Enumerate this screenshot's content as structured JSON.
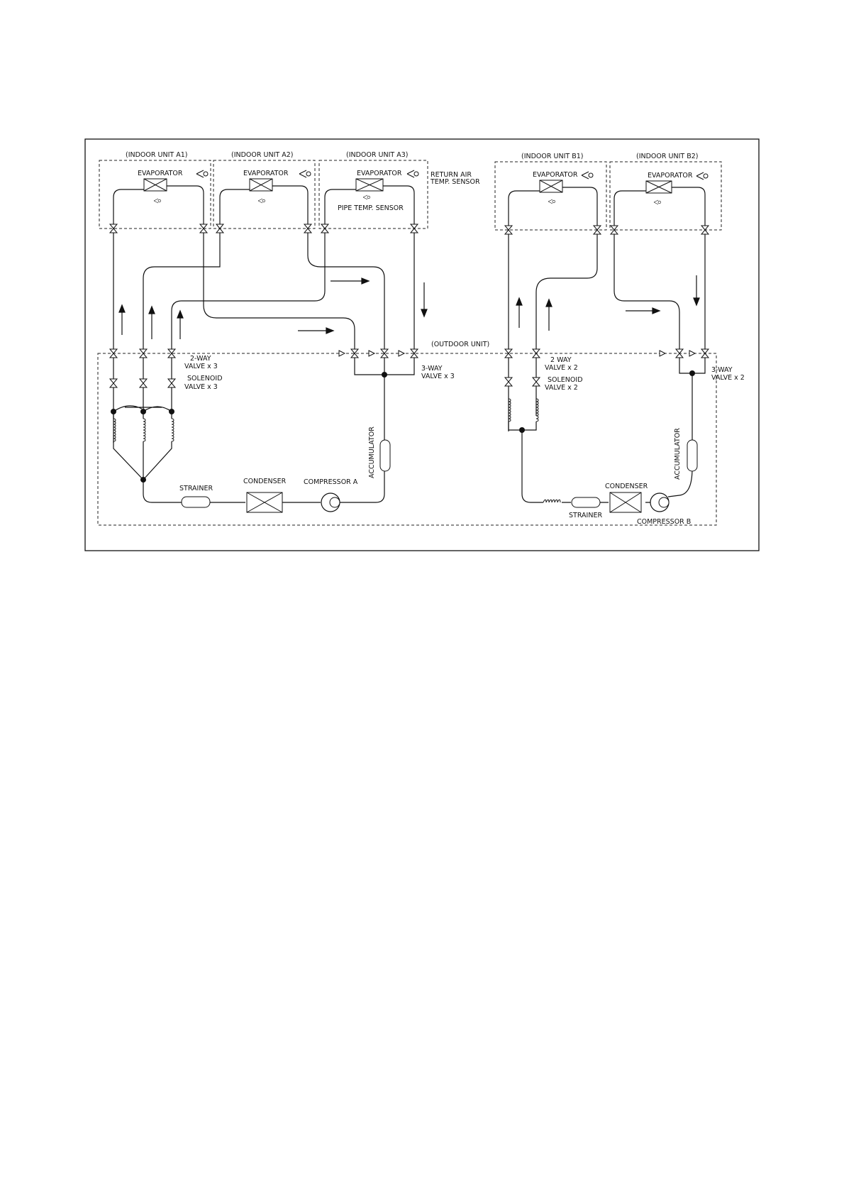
{
  "diagram": {
    "indoor_units": [
      {
        "label": "(INDOOR UNIT A1)",
        "component": "EVAPORATOR"
      },
      {
        "label": "(INDOOR UNIT A2)",
        "component": "EVAPORATOR"
      },
      {
        "label": "(INDOOR UNIT A3)",
        "component": "EVAPORATOR"
      },
      {
        "label": "(INDOOR UNIT B1)",
        "component": "EVAPORATOR"
      },
      {
        "label": "(INDOOR UNIT B2)",
        "component": "EVAPORATOR"
      }
    ],
    "sensors": {
      "return_air": [
        "RETURN AIR",
        "TEMP. SENSOR"
      ],
      "pipe_temp": "PIPE TEMP. SENSOR"
    },
    "outdoor_unit_label": "(OUTDOOR UNIT)",
    "system_a": {
      "two_way_valve": [
        "2-WAY",
        "VALVE x 3"
      ],
      "solenoid_valve": [
        "SOLENOID",
        "VALVE x 3"
      ],
      "three_way_valve": [
        "3-WAY",
        "VALVE x 3"
      ],
      "strainer": "STRAINER",
      "condenser": "CONDENSER",
      "compressor": "COMPRESSOR A",
      "accumulator": "ACCUMULATOR"
    },
    "system_b": {
      "two_way_valve": [
        "2 WAY",
        "VALVE x 2"
      ],
      "solenoid_valve": [
        "SOLENOID",
        "VALVE x 2"
      ],
      "three_way_valve": [
        "3-WAY",
        "VALVE x 2"
      ],
      "strainer": "STRAINER",
      "condenser": "CONDENSER",
      "compressor": "COMPRESSOR B",
      "accumulator": "ACCUMULATOR"
    }
  }
}
